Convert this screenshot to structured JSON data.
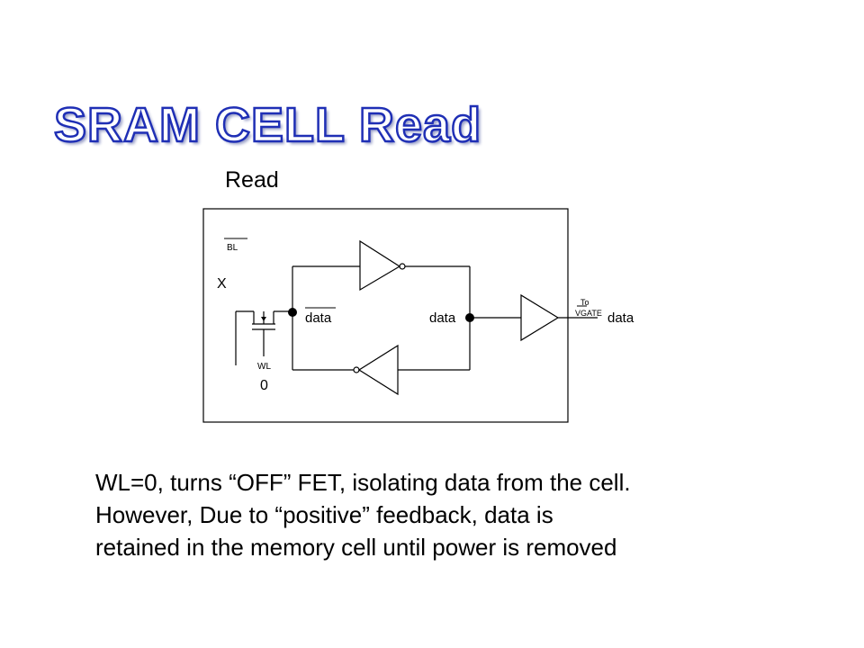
{
  "slide": {
    "title": "SRAM CELL Read",
    "subtitle": "Read"
  },
  "diagram": {
    "labels": {
      "bl": "BL",
      "x": "X",
      "wl": "WL",
      "wl_value": "0",
      "data_bar": "data",
      "data_mid": "data",
      "to_vgate": "To VGATE",
      "to": "To",
      "vgate": "VGATE",
      "data_out": "data"
    }
  },
  "description": {
    "lines": [
      "WL=0, turns “OFF” FET, isolating data from the cell.",
      "However, Due to “positive” feedback,  data is",
      "retained in the memory cell until power is removed"
    ]
  }
}
